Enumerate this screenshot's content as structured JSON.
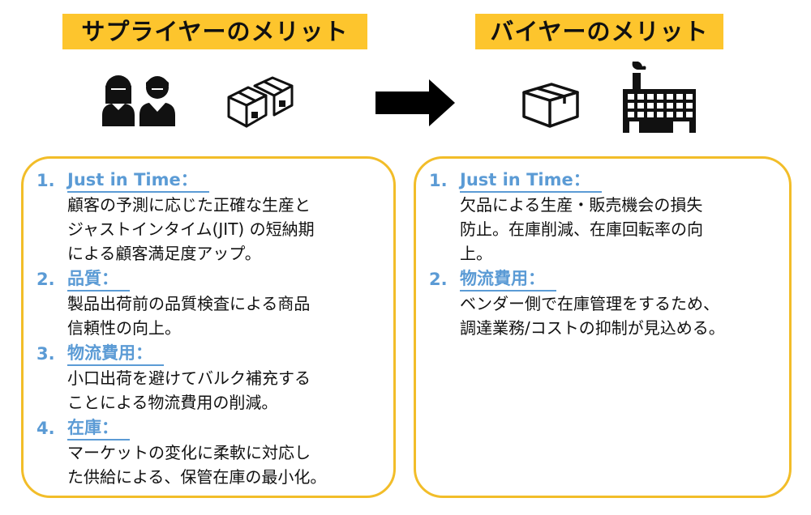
{
  "supplier": {
    "title": "サプライヤーのメリット",
    "icons": [
      "people-icon",
      "boxes-icon"
    ],
    "items": [
      {
        "num": "1.",
        "heading": "Just in Time：",
        "text": "顧客の予測に応じた正確な生産と\nジャストインタイム(JIT) の短納期\nによる顧客満足度アップ。"
      },
      {
        "num": "2.",
        "heading": "品質：",
        "text": "製品出荷前の品質検査による商品\n信頼性の向上。"
      },
      {
        "num": "3.",
        "heading": "物流費用：",
        "text": "小口出荷を避けてバルク補充する\nことによる物流費用の削減。"
      },
      {
        "num": "4.",
        "heading": "在庫：",
        "text": "マーケットの変化に柔軟に対応し\nた供給による、保管在庫の最小化。"
      }
    ]
  },
  "buyer": {
    "title": "バイヤーのメリット",
    "icons": [
      "box-icon",
      "factory-icon"
    ],
    "items": [
      {
        "num": "1.",
        "heading": "Just in Time：",
        "text": "欠品による生産・販売機会の損失\n防止。在庫削減、在庫回転率の向\n上。"
      },
      {
        "num": "2.",
        "heading": "物流費用：",
        "text": "ベンダー側で在庫管理をするため、\n調達業務/コストの抑制が見込める。"
      }
    ]
  },
  "colors": {
    "accent": "#fdc52d",
    "heading": "#5b9bd5",
    "border": "#f2bd29"
  },
  "arrow_icon": "right-arrow-icon"
}
